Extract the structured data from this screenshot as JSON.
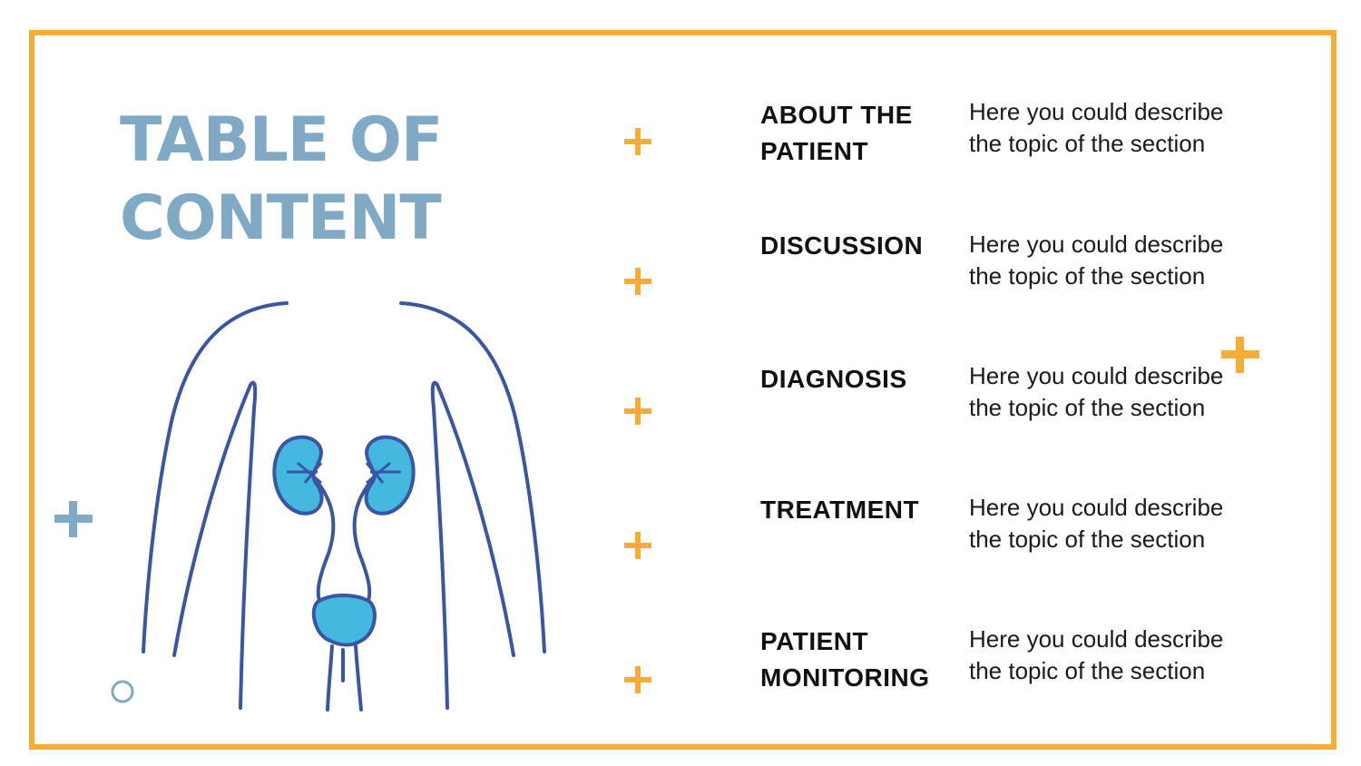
{
  "slide": {
    "title_lines": [
      "TABLE OF",
      "CONTENT"
    ],
    "colors": {
      "frame": "#f7ac36",
      "title": "#7fa9c4",
      "illustration_line": "#3a55a4",
      "organ_fill": "#45b8e0",
      "plus_blue": "#7fa9c4"
    },
    "sections": [
      {
        "title_lines": [
          "ABOUT THE",
          "PATIENT"
        ],
        "desc_lines": [
          "Here you could describe",
          "the topic of the section"
        ]
      },
      {
        "title_lines": [
          "DISCUSSION"
        ],
        "desc_lines": [
          "Here you could describe",
          "the topic of the section"
        ]
      },
      {
        "title_lines": [
          "DIAGNOSIS"
        ],
        "desc_lines": [
          "Here you could describe",
          "the topic of the section"
        ]
      },
      {
        "title_lines": [
          "TREATMENT"
        ],
        "desc_lines": [
          "Here you could describe",
          "the topic of the section"
        ]
      },
      {
        "title_lines": [
          "PATIENT",
          "MONITORING"
        ],
        "desc_lines": [
          "Here you could describe",
          "the topic of the section"
        ]
      }
    ],
    "illustration": "kidneys-and-bladder-torso-outline",
    "decorations": [
      "plus-icon",
      "circle-icon"
    ]
  }
}
